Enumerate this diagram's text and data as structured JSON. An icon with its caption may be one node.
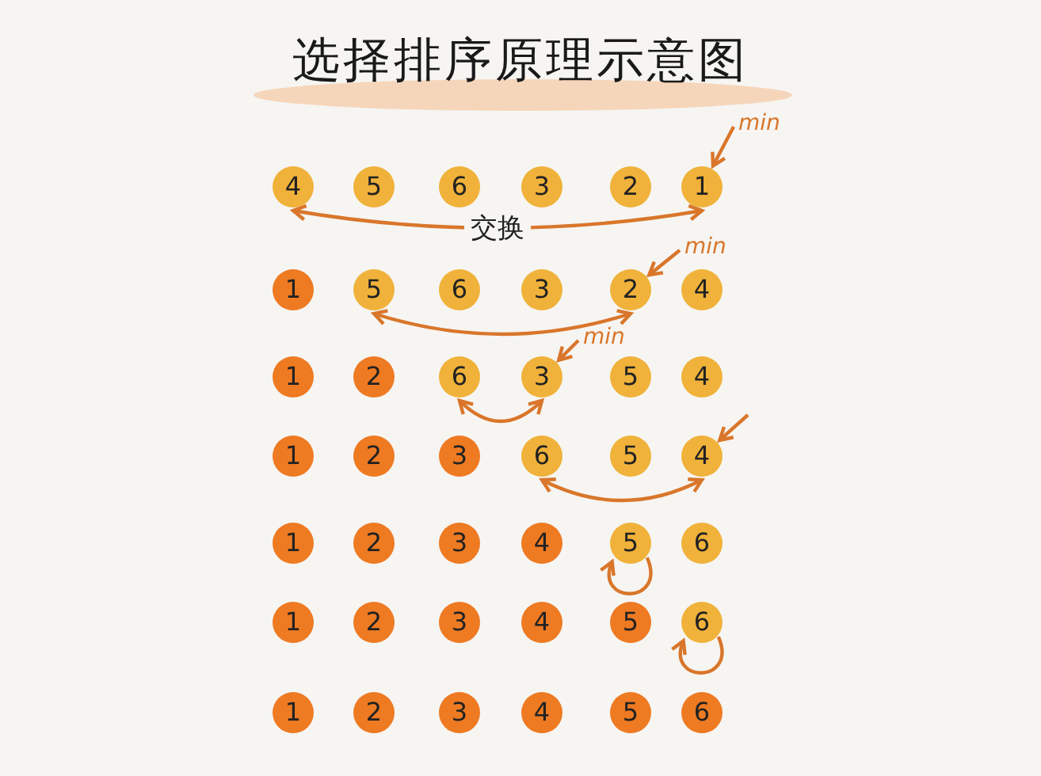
{
  "diagram": {
    "title": "选择排序原理示意图",
    "nodes": [
      {
        "text": [
          "4"
        ]
      },
      {
        "text": [
          "5"
        ]
      },
      {
        "text": [
          "6"
        ]
      },
      {
        "text": [
          "3"
        ]
      },
      {
        "text": [
          "2"
        ]
      },
      {
        "text": [
          "1"
        ]
      },
      {
        "text": [
          "1"
        ]
      },
      {
        "text": [
          "5"
        ]
      },
      {
        "text": [
          "6"
        ]
      },
      {
        "text": [
          "3"
        ]
      },
      {
        "text": [
          "2"
        ]
      },
      {
        "text": [
          "4"
        ]
      },
      {
        "text": [
          "1"
        ]
      },
      {
        "text": [
          "2"
        ]
      },
      {
        "text": [
          "6"
        ]
      },
      {
        "text": [
          "3"
        ]
      },
      {
        "text": [
          "5"
        ]
      },
      {
        "text": [
          "4"
        ]
      },
      {
        "text": [
          "1"
        ]
      },
      {
        "text": [
          "2"
        ]
      },
      {
        "text": [
          "3"
        ]
      },
      {
        "text": [
          "6"
        ]
      },
      {
        "text": [
          "5"
        ]
      },
      {
        "text": [
          "4"
        ]
      },
      {
        "text": [
          "1"
        ]
      },
      {
        "text": [
          "2"
        ]
      },
      {
        "text": [
          "3"
        ]
      },
      {
        "text": [
          "4"
        ]
      },
      {
        "text": [
          "5"
        ]
      },
      {
        "text": [
          "6"
        ]
      },
      {
        "text": [
          "1"
        ]
      },
      {
        "text": [
          "2"
        ]
      },
      {
        "text": [
          "3"
        ]
      },
      {
        "text": [
          "4"
        ]
      },
      {
        "text": [
          "5"
        ]
      },
      {
        "text": [
          "6"
        ]
      },
      {
        "text": [
          "1"
        ]
      },
      {
        "text": [
          "2"
        ]
      },
      {
        "text": [
          "3"
        ]
      },
      {
        "text": [
          "4"
        ]
      },
      {
        "text": [
          "5"
        ]
      },
      {
        "text": [
          "6"
        ]
      },
      {
        "text": [
          "min"
        ]
      },
      {
        "text": [
          "min"
        ]
      },
      {
        "text": [
          "min"
        ]
      }
    ],
    "edges": [
      {
        "from": 0,
        "to": 5,
        "arrow": "both",
        "label": "交换"
      },
      {
        "from": 42,
        "to": 5,
        "arrow": "to"
      },
      {
        "from": 43,
        "to": 10,
        "arrow": "to"
      },
      {
        "from": 7,
        "to": 10,
        "arrow": "both"
      },
      {
        "from": 44,
        "to": 15,
        "arrow": "to"
      },
      {
        "from": 14,
        "to": 15,
        "arrow": "both"
      },
      {
        "from": null,
        "to": 23,
        "arrow": "to"
      },
      {
        "from": 21,
        "to": 23,
        "arrow": "both"
      },
      {
        "from": 28,
        "to": 28,
        "arrow": "to"
      },
      {
        "from": 35,
        "to": 35,
        "arrow": "to"
      }
    ]
  }
}
